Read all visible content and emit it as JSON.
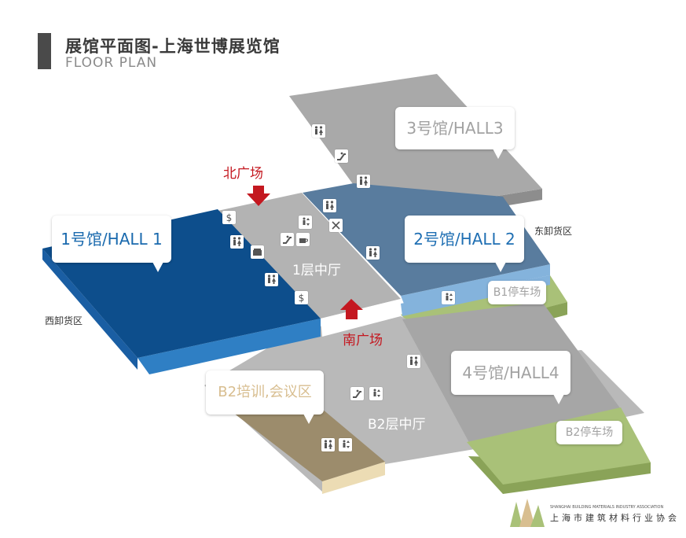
{
  "header": {
    "title": "展馆平面图-上海世博展览馆",
    "subtitle": "FLOOR PLAN"
  },
  "halls": {
    "hall1": "1号馆/HALL 1",
    "hall2": "2号馆/HALL 2",
    "hall3": "3号馆/HALL3",
    "hall4": "4号馆/HALL4",
    "b2_training": "B2培训,会议区"
  },
  "areas": {
    "lobby_1f": "1层中厅",
    "lobby_b2": "B2层中厅",
    "parking_b1": "B1停车场",
    "parking_b2": "B2停车场",
    "north_plaza": "北广场",
    "south_plaza": "南广场",
    "east_unloading": "东卸货区",
    "west_unloading": "西卸货区"
  },
  "icon_types": [
    "restroom-icon",
    "escalator-icon",
    "atm-icon",
    "elevator-icon",
    "restaurant-icon",
    "cafe-icon",
    "shop-icon"
  ],
  "colors": {
    "hall1": "#0d4e8c",
    "hall1_edge": "#2f7fc4",
    "hall2": "#597c9e",
    "hall2_edge": "#84b3dc",
    "corridor": "#b3b3b3",
    "hall3": "#a9a9a9",
    "hall4": "#a6a6a6",
    "parking": "#a9c178",
    "training": "#9c8c6c",
    "training_edge": "#ecdcb4",
    "plaza_arrow": "#c41820"
  },
  "logo": {
    "org_en": "SHANGHAI BUILDING MATERIALS INDUSTRY ASSOCIATION",
    "org_cn": "上海市建筑材料行业协会"
  }
}
